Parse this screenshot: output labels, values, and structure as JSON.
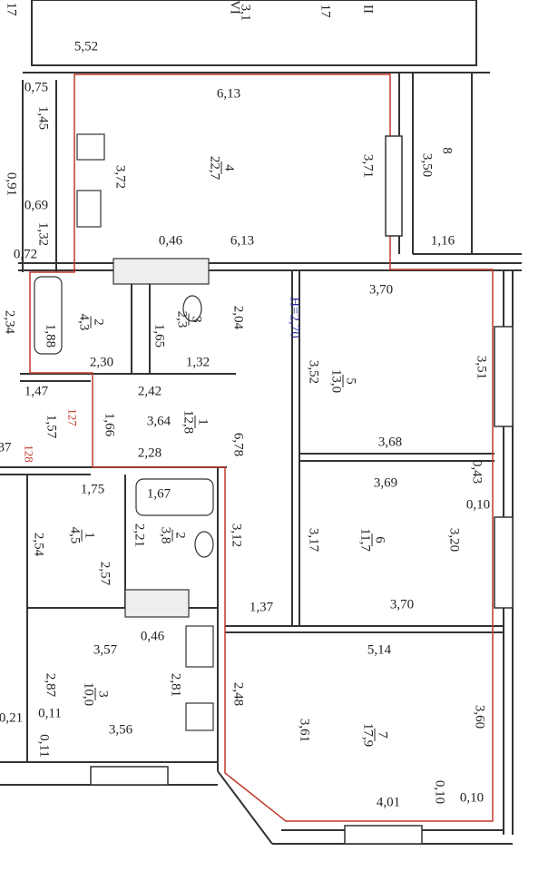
{
  "top_labels": [
    "17",
    "VI",
    "3,1",
    "17",
    "II",
    "5,52"
  ],
  "ceiling_height": "H=2,70",
  "markers": [
    "127",
    "128"
  ],
  "rooms": [
    {
      "number": "4",
      "area": "22,7"
    },
    {
      "number": "2",
      "area": "4,3"
    },
    {
      "number": "3",
      "area": "2,3"
    },
    {
      "number": "5",
      "area": "13,0"
    },
    {
      "number": "1",
      "area": "12,8"
    },
    {
      "number": "1",
      "area": "4,5"
    },
    {
      "number": "2",
      "area": "3,8"
    },
    {
      "number": "6",
      "area": "11,7"
    },
    {
      "number": "3",
      "area": "10,0"
    },
    {
      "number": "7",
      "area": "17,9"
    }
  ],
  "dimensions": [
    "0,75",
    "1,45",
    "0,91",
    "0,69",
    "1,32",
    "0,72",
    "6,13",
    "3,72",
    "3,71",
    "3,50",
    "8",
    "1,16",
    "0,46",
    "6,13",
    "2,34",
    "1,88",
    "1,65",
    "2,04",
    "2,30",
    "1,32",
    "3,70",
    "3,52",
    "3,51",
    "2,42",
    "1,47",
    "1,57",
    "1,66",
    "3,64",
    "6,78",
    "3,68",
    "37",
    "2,28",
    "0,43",
    "0,10",
    "3,69",
    "1,75",
    "1,67",
    "2,54",
    "2,21",
    "3,12",
    "2,57",
    "3,17",
    "3,20",
    "1,37",
    "3,70",
    "0,46",
    "5,14",
    "3,57",
    "2,81",
    "2,87",
    "2,48",
    "3,61",
    "3,60",
    "0,21",
    "0,11",
    "3,56",
    "0,11",
    "4,01",
    "0,10",
    "0,10"
  ]
}
